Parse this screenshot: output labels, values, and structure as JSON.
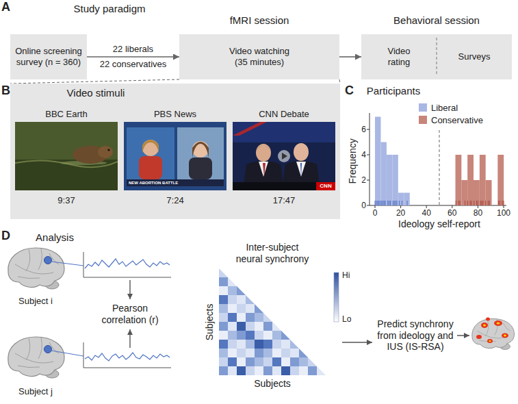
{
  "diagram": {
    "nodes": [
      {
        "text": [
          "Online screening survey (n = 360)"
        ]
      },
      {
        "text": [
          "fMRI session",
          "Video watching (35 minutes)"
        ]
      },
      {
        "text": [
          "Behavioral session",
          "Video rating",
          "Surveys"
        ]
      },
      {
        "text": [
          "Video stimuli"
        ]
      },
      {
        "text": [
          "BBC Earth",
          "9:37"
        ],
        "in": 3
      },
      {
        "text": [
          "PBS News",
          "7:24"
        ],
        "in": 3
      },
      {
        "text": [
          "CNN Debate",
          "17:47"
        ],
        "in": 3
      }
    ],
    "edges": [
      {
        "from": 0,
        "to": 1,
        "arrow": "to",
        "label": "22 liberals"
      },
      {
        "from": 1,
        "to": 2,
        "arrow": "to"
      },
      {
        "from": 1,
        "to": 3,
        "arrow": "none"
      }
    ],
    "labels": [
      "A",
      "Study paradigm",
      "22 conservatives",
      "B",
      "NEW ABORTION BATTLE",
      "CNN",
      "C",
      "Participants",
      "0",
      "2",
      "4",
      "6",
      "0",
      "20",
      "40",
      "60",
      "80",
      "100",
      "Frequency",
      "Ideology self-report",
      "D",
      "Analysis",
      "Subject i",
      "Subject j",
      "Pearson correlation (r)",
      "Inter-subject neural synchrony",
      "Hi",
      "Lo",
      "Subjects",
      "Subjects",
      "Predict synchrony from ideology and IUS (IS-RSA)"
    ],
    "legend": [
      {
        "text": "Liberal",
        "color": "#a9b7e4"
      },
      {
        "text": "Conservative",
        "color": "#c8857a"
      }
    ]
  }
}
